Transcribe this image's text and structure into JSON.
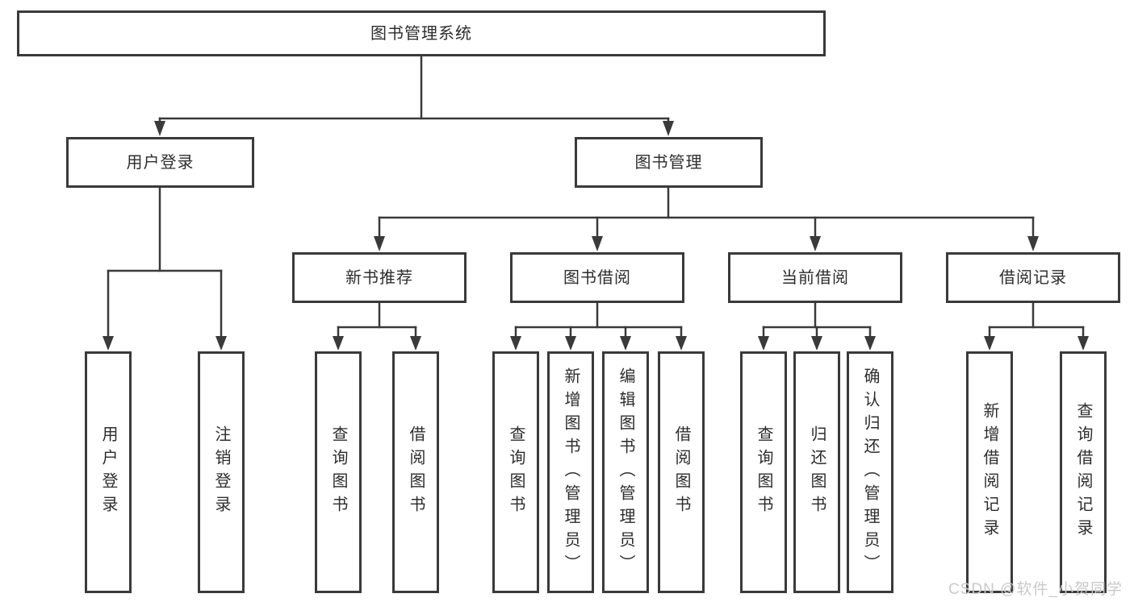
{
  "tree": {
    "root": {
      "label": "图书管理系统",
      "children": [
        {
          "label": "用户登录",
          "children": [
            {
              "label": "用户登录"
            },
            {
              "label": "注销登录"
            }
          ]
        },
        {
          "label": "图书管理",
          "children": [
            {
              "label": "新书推荐",
              "children": [
                {
                  "label": "查询图书"
                },
                {
                  "label": "借阅图书"
                }
              ]
            },
            {
              "label": "图书借阅",
              "children": [
                {
                  "label": "查询图书"
                },
                {
                  "label": "新增图书（管理员）"
                },
                {
                  "label": "编辑图书（管理员）"
                },
                {
                  "label": "借阅图书"
                }
              ]
            },
            {
              "label": "当前借阅",
              "children": [
                {
                  "label": "查询图书"
                },
                {
                  "label": "归还图书"
                },
                {
                  "label": "确认归还（管理员）"
                }
              ]
            },
            {
              "label": "借阅记录",
              "children": [
                {
                  "label": "新增借阅记录"
                },
                {
                  "label": "查询借阅记录"
                }
              ]
            }
          ]
        }
      ]
    }
  },
  "watermark": "CSDN @软件_小贺同学",
  "colors": {
    "line": "#3a3a3a",
    "box_background": "#ffffff",
    "text": "#2d2d2d",
    "watermark_text": "#c9c9c9"
  }
}
